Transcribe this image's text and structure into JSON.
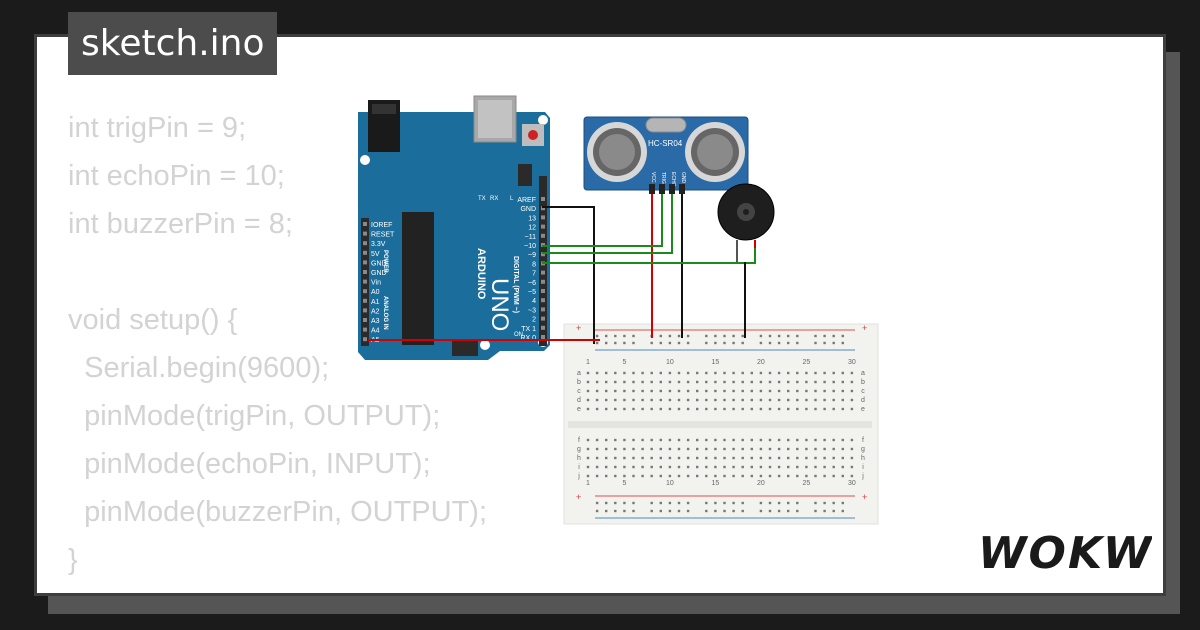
{
  "file_tab": {
    "label": "sketch.ino"
  },
  "code": {
    "lines": [
      "int trigPin = 9;",
      "int echoPin = 10;",
      "int buzzerPin = 8;",
      "",
      "void setup() {",
      "  Serial.begin(9600);",
      "  pinMode(trigPin, OUTPUT);",
      "  pinMode(echoPin, INPUT);",
      "  pinMode(buzzerPin, OUTPUT);",
      "}"
    ]
  },
  "arduino": {
    "brand": "ARDUINO",
    "model": "UNO",
    "digital_header_label": "DIGITAL (PWM ~)",
    "power_label": "POWER",
    "analog_label": "ANALOG IN",
    "left_pins": [
      "IOREF",
      "RESET",
      "3.3V",
      "5V",
      "GND",
      "GND",
      "Vin",
      "A0",
      "A1",
      "A2",
      "A3",
      "A4",
      "A5"
    ],
    "right_pins": [
      "AREF",
      "GND",
      "13",
      "12",
      "~11",
      "~10",
      "~9",
      "8",
      "7",
      "~6",
      "~5",
      "4",
      "~3",
      "2",
      "TX 1",
      "RX 0"
    ],
    "tx_label": "TX",
    "rx_label": "RX",
    "led_label": "L",
    "on_label": "ON"
  },
  "sensor": {
    "name": "HC-SR04",
    "pins": [
      "VCC",
      "TRIG",
      "ECHO",
      "GND"
    ]
  },
  "breadboard": {
    "column_numbers": [
      "1",
      "5",
      "10",
      "15",
      "20",
      "25",
      "30"
    ],
    "rows_top": [
      "a",
      "b",
      "c",
      "d",
      "e"
    ],
    "rows_bottom": [
      "f",
      "g",
      "h",
      "i",
      "j"
    ],
    "rail_plus": "+",
    "rail_minus": "-"
  },
  "logo": {
    "text": "WOKWi"
  },
  "colors": {
    "board": "#1b6d9c",
    "sensor": "#2a6aa6",
    "wire_black": "#111111",
    "wire_red": "#d40000",
    "wire_green": "#1a8a1a",
    "breadboard": "#f2f2ef",
    "code_text": "#d3d3d3",
    "tab_bg": "#4c4c4c"
  }
}
